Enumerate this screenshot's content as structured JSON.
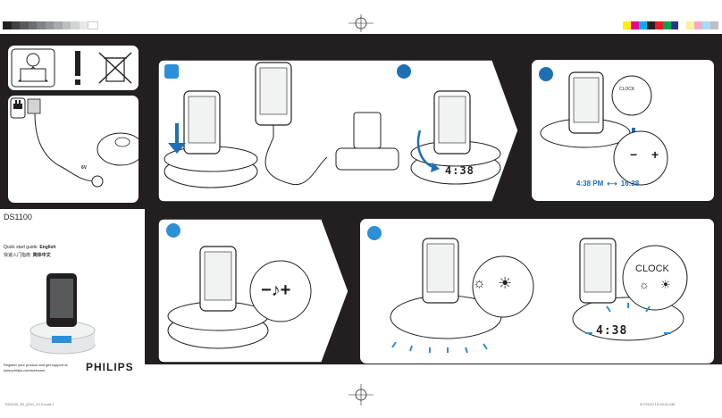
{
  "model": "DS1100",
  "quick_start": {
    "label": "Quick start guide",
    "language": "English",
    "chinese_label": "快速入门指南",
    "chinese_language": "简体中文"
  },
  "register_text": {
    "line1": "Register your product and get support at",
    "line2": "www.philips.com/welcome"
  },
  "brand": "PHILIPS",
  "clock": {
    "display": "4:38",
    "time_from": "4:38 PM",
    "time_to": "16:38",
    "button_label": "CLOCK",
    "button_label_large": "CLOCK"
  },
  "controls": {
    "minus": "−",
    "plus": "+",
    "volume": "−♪+"
  },
  "adapter_label": "6V",
  "footer": {
    "file": "DS1100_93_QSG_V1.0.indd  1",
    "date": "9/7/2010   10:23:41 AM"
  },
  "colors": {
    "band": "#231f20",
    "accent_blue": "#1f6fb6",
    "light_blue": "#2d8fd6",
    "swatches": [
      "#ffef00",
      "#ec008c",
      "#00aeef",
      "#231f20",
      "#ed1c24",
      "#00a651",
      "#2e3192",
      "#ffffff",
      "#f9f39a",
      "#f7a9c7",
      "#a7dcf5",
      "#bcbec0"
    ],
    "gray_steps": [
      "#231f20",
      "#414042",
      "#58595b",
      "#6d6e71",
      "#808285",
      "#939598",
      "#a7a9ac",
      "#bcbec0",
      "#d1d3d4",
      "#e6e7e8",
      "#ffffff"
    ]
  },
  "icons": [
    "warning-icon",
    "no-dispose-icon",
    "power-plug-icon",
    "battery-charge-icon",
    "clock-icon",
    "speaker-wave-icon",
    "brightness-icon",
    "arrow-icon"
  ]
}
